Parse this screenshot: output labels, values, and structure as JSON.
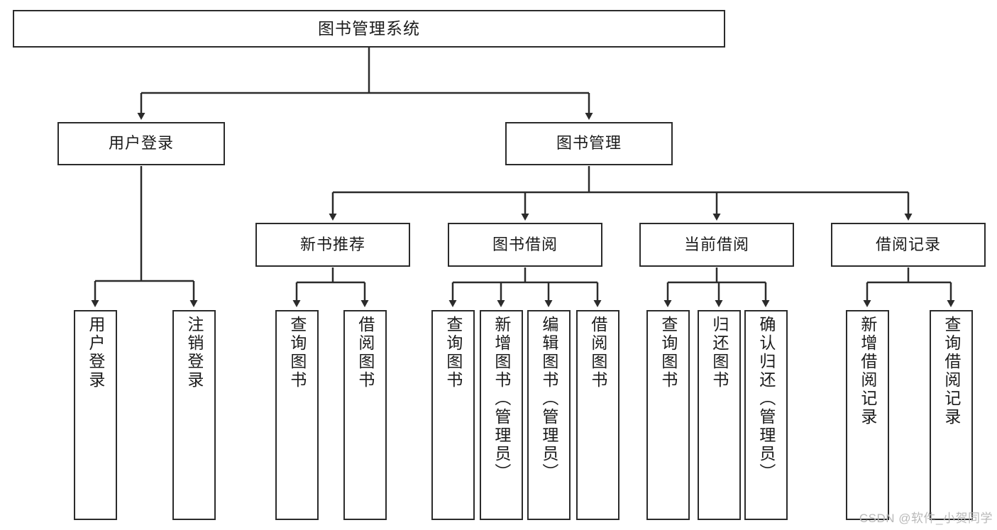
{
  "diagram": {
    "title": "图书管理系统",
    "type": "tree-hierarchy",
    "orientation": "top-down",
    "line_color": "#2b2b2b",
    "box_fill": "#ffffff",
    "box_border": "#2b2b2b",
    "watermark": "CSDN @软件_小贺同学"
  },
  "nodes": {
    "root": {
      "label": "图书管理系统"
    },
    "level2": [
      {
        "label": "用户登录"
      },
      {
        "label": "图书管理"
      }
    ],
    "level3": [
      {
        "label": "新书推荐"
      },
      {
        "label": "图书借阅"
      },
      {
        "label": "当前借阅"
      },
      {
        "label": "借阅记录"
      }
    ],
    "leaves": {
      "user_login": [
        {
          "label": "用户登录"
        },
        {
          "label": "注销登录"
        }
      ],
      "new_book_recommend": [
        {
          "label": "查询图书"
        },
        {
          "label": "借阅图书"
        }
      ],
      "book_borrow": [
        {
          "label": "查询图书"
        },
        {
          "label": "新增图书（管理员）"
        },
        {
          "label": "编辑图书（管理员）"
        },
        {
          "label": "借阅图书"
        }
      ],
      "current_borrow": [
        {
          "label": "查询图书"
        },
        {
          "label": "归还图书"
        },
        {
          "label": "确认归还（管理员）"
        }
      ],
      "borrow_record": [
        {
          "label": "新增借阅记录"
        },
        {
          "label": "查询借阅记录"
        }
      ]
    }
  }
}
